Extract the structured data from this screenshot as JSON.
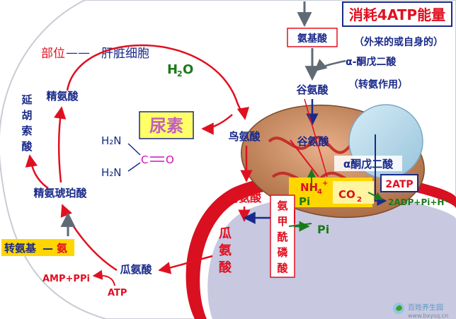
{
  "header": {
    "energy_title": "消耗4ATP能量",
    "location_prefix": "部位",
    "location_dash": "——",
    "location_organ": "肝脏细胞"
  },
  "nodes": {
    "amino_acid": "氨基酸",
    "source_note": "（外来的或自身的）",
    "alpha_ketoglutarate": "α-酮戊二酸",
    "transamination": "（转氨作用）",
    "glutamate": "谷氨酸",
    "glutamate_mito": "谷氨酸",
    "alpha_kg_mito": "α酮戊二酸",
    "water_h": "H",
    "water_sub": "2",
    "water_o": "O",
    "urea": "尿素",
    "urea_h2n_top": "H₂N",
    "urea_h2n_bottom": "H₂N",
    "urea_c": "C",
    "urea_o": "O",
    "ornithine_top": "鸟氨酸",
    "ornithine_mito": "鸟氨酸",
    "arginine": "精氨酸",
    "arginosuccinate": "精氨琥珀酸",
    "fumarate_vertical": [
      "延",
      "胡",
      "索",
      "酸"
    ],
    "citrulline_cytosol": "瓜氨酸",
    "citrulline_vertical": [
      "瓜",
      "氨",
      "酸"
    ],
    "carbamoyl_phosphate_vertical": [
      "氨",
      "甲",
      "酰",
      "磷",
      "酸"
    ],
    "nh4": "NH",
    "nh4_sub": "4",
    "nh4_sup": "+",
    "co2": "CO",
    "co2_sub": "2",
    "atp2": "2ATP",
    "adp_products": "2ADP+Pi+H⁺",
    "pi_yellow": "Pi",
    "pi_green": "Pi",
    "transamino_label": "转氨基",
    "transamino_dash": "—",
    "transamino_amino": "氨",
    "amp_ppi": "AMP+PPi",
    "atp": "ATP"
  },
  "watermark": {
    "name": "百姓养生园",
    "url": "www.bxysq.cn"
  },
  "colors": {
    "navy": "#1a2a8a",
    "red": "#e01020",
    "green": "#1a7a1a",
    "urea_box": "#ffff66",
    "urea_text": "#c060c0",
    "membrane_red": "#d81020",
    "mito_lavender": "#c8c8e0",
    "mito_brown": "#b87a4a",
    "vacuole_blue": "#b0d4e8",
    "yellow_box": "#ffd600",
    "light_yellow": "#fff4a0"
  }
}
